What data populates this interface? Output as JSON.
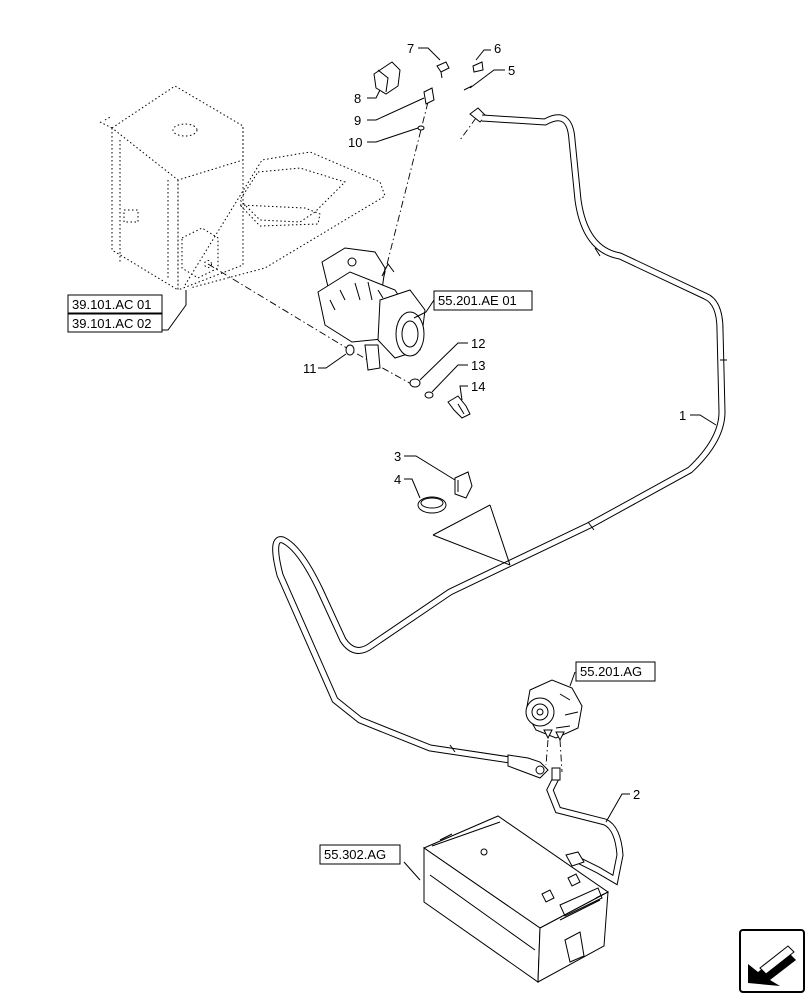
{
  "callouts": {
    "c1": "1",
    "c2": "2",
    "c3": "3",
    "c4": "4",
    "c5": "5",
    "c6": "6",
    "c7": "7",
    "c8": "8",
    "c9": "9",
    "c10": "10",
    "c11": "11",
    "c12": "12",
    "c13": "13",
    "c14": "14"
  },
  "refs": {
    "frame_1": "39.101.AC 01",
    "frame_2": "39.101.AC 02",
    "starter": "55.201.AE 01",
    "alternator": "55.201.AG",
    "battery": "55.302.AG"
  },
  "icons": {
    "nav": "next-page-arrow-icon"
  }
}
